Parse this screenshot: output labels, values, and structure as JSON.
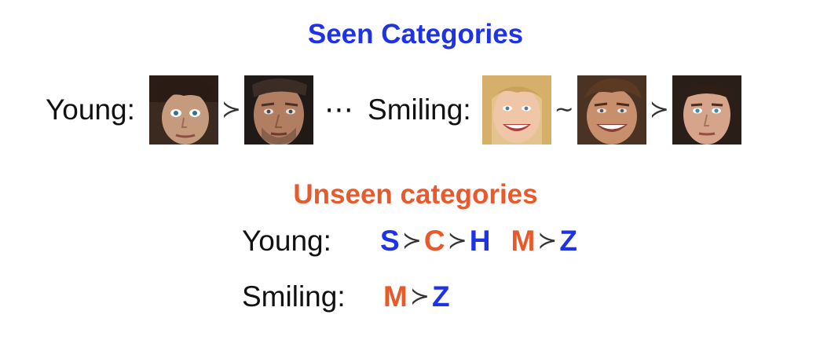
{
  "seen": {
    "title": "Seen Categories",
    "young_label": "Young:",
    "ellipsis": "⋯",
    "smiling_label": "Smiling:",
    "succ": "≻",
    "sim": "∼"
  },
  "unseen": {
    "title": "Unseen categories",
    "young_label": "Young:",
    "smiling_label": "Smiling:",
    "young_chain1": [
      "S",
      "C",
      "H"
    ],
    "young_chain2": [
      "M",
      "Z"
    ],
    "smiling_chain": [
      "M",
      "Z"
    ],
    "succ": "≻"
  },
  "colors": {
    "seen_title": "#1e32e6",
    "unseen_title": "#e85a2c",
    "blue_letter": "#1e32e6",
    "orange_letter": "#e85a2c"
  }
}
